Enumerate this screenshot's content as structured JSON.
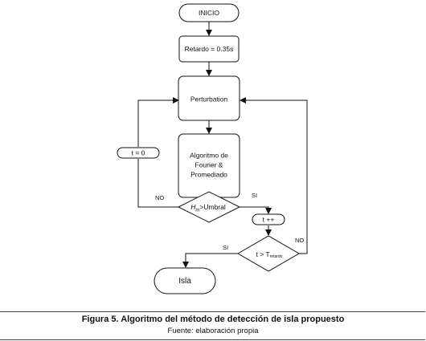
{
  "nodes": {
    "start": "INICIO",
    "delay": "Retardo = 0.35s",
    "perturbation": "Perturbation",
    "algo_line1": "Algoritmo de",
    "algo_line2": "Fourier &",
    "algo_line3": "Promediado",
    "threshold_var": "H",
    "threshold_sub": "m",
    "threshold_rest": ">Umbral",
    "reset": "t = 0",
    "increment": "t ++",
    "compare_main": "t > T",
    "compare_sub": "retardo",
    "end": "Isla"
  },
  "edges": {
    "no_left": "NO",
    "si_right": "SI",
    "si_bottom": "SI",
    "no_right": "NO"
  },
  "caption": {
    "title": "Figura 5. Algoritmo del método de detección de isla propuesto",
    "source": "Fuente: elaboración propia"
  }
}
